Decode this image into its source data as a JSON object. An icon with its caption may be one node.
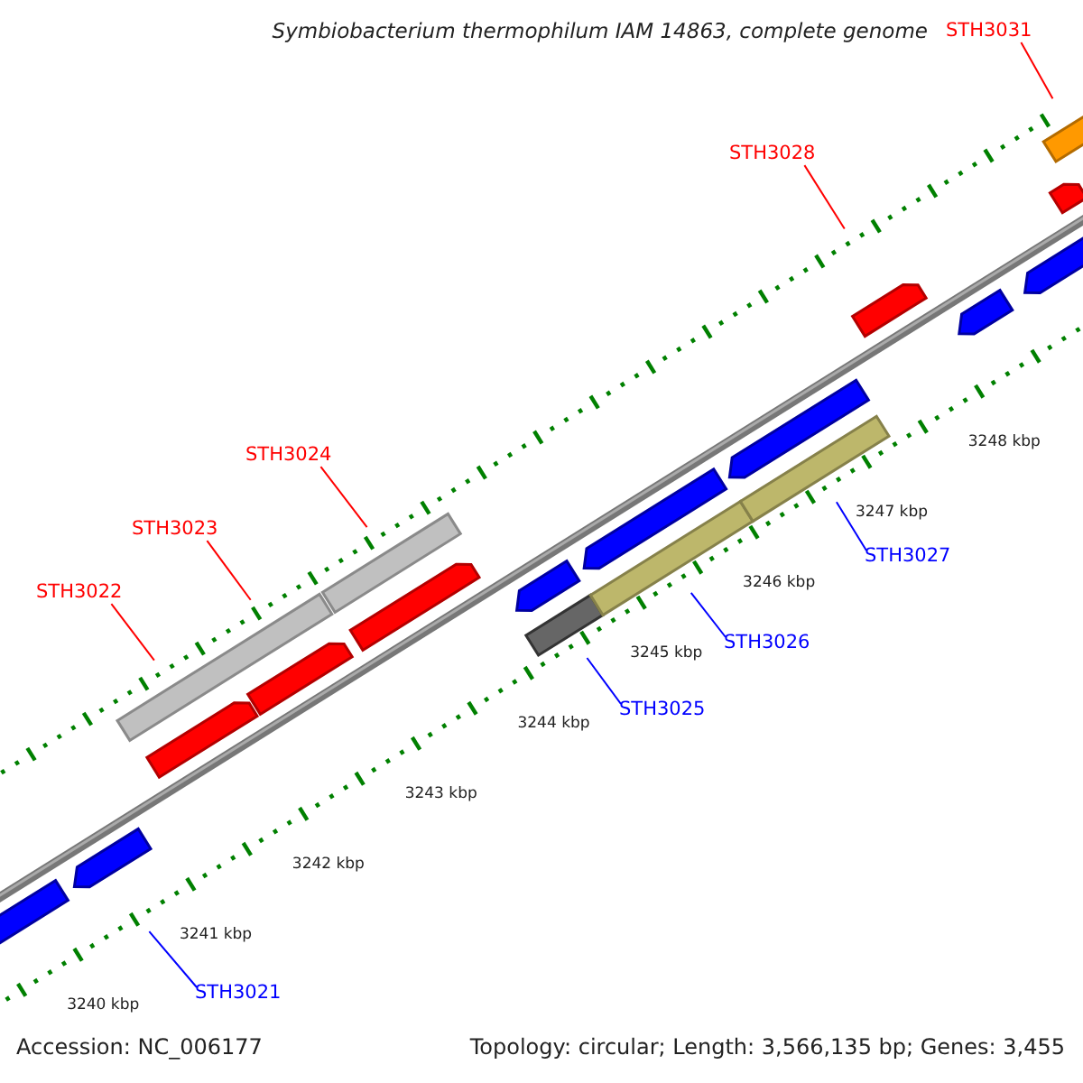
{
  "diagram": {
    "title": "Symbiobacterium thermophilum IAM 14863, complete genome",
    "nodes": [
      {
        "text": [
          "STH3031"
        ]
      },
      {
        "text": [
          "STH3028"
        ]
      },
      {
        "text": [
          "STH3024"
        ]
      },
      {
        "text": [
          "STH3023"
        ]
      },
      {
        "text": [
          "STH3022"
        ]
      },
      {
        "text": [
          "STH3027"
        ]
      },
      {
        "text": [
          "STH3026"
        ]
      },
      {
        "text": [
          "STH3025"
        ]
      },
      {
        "text": [
          "STH3021"
        ]
      },
      {
        "text": [],
        "shape": "arrow"
      },
      {
        "text": [],
        "shape": "arrow"
      },
      {
        "text": [],
        "shape": "bar"
      },
      {
        "text": [],
        "shape": "arrow"
      },
      {
        "text": [],
        "shape": "arrow"
      },
      {
        "text": [],
        "shape": "bar"
      },
      {
        "text": [],
        "shape": "arrow"
      },
      {
        "text": [],
        "shape": "bar"
      },
      {
        "text": [],
        "shape": "arrow"
      },
      {
        "text": [],
        "shape": "bar"
      },
      {
        "text": [],
        "shape": "arrow"
      },
      {
        "text": [],
        "shape": "bar"
      },
      {
        "text": [],
        "shape": "arrow"
      },
      {
        "text": [],
        "shape": "arrow"
      },
      {
        "text": [],
        "shape": "arrow"
      },
      {
        "text": [],
        "shape": "arrow"
      },
      {
        "text": [],
        "shape": "arrow"
      },
      {
        "text": [],
        "shape": "bar"
      }
    ],
    "edges": [
      {
        "from": 0,
        "to": null,
        "arrow": "none"
      },
      {
        "from": 1,
        "to": null,
        "arrow": "none"
      },
      {
        "from": 2,
        "to": null,
        "arrow": "none"
      },
      {
        "from": 3,
        "to": null,
        "arrow": "none"
      },
      {
        "from": 4,
        "to": null,
        "arrow": "none"
      },
      {
        "from": 5,
        "to": null,
        "arrow": "none",
        "color": "#0000ff"
      },
      {
        "from": 6,
        "to": null,
        "arrow": "none",
        "color": "#0000ff"
      },
      {
        "from": 7,
        "to": null,
        "arrow": "none",
        "color": "#0000ff"
      },
      {
        "from": 8,
        "to": null,
        "arrow": "none",
        "color": "#0000ff"
      }
    ],
    "labels": [
      "3248 kbp",
      "3247 kbp",
      "3246 kbp",
      "3245 kbp",
      "3244 kbp",
      "3243 kbp",
      "3242 kbp",
      "3241 kbp",
      "3240 kbp",
      "Accession: NC_006177",
      "Topology: circular; Length: 3,566,135 bp; Genes: 3,455"
    ]
  }
}
